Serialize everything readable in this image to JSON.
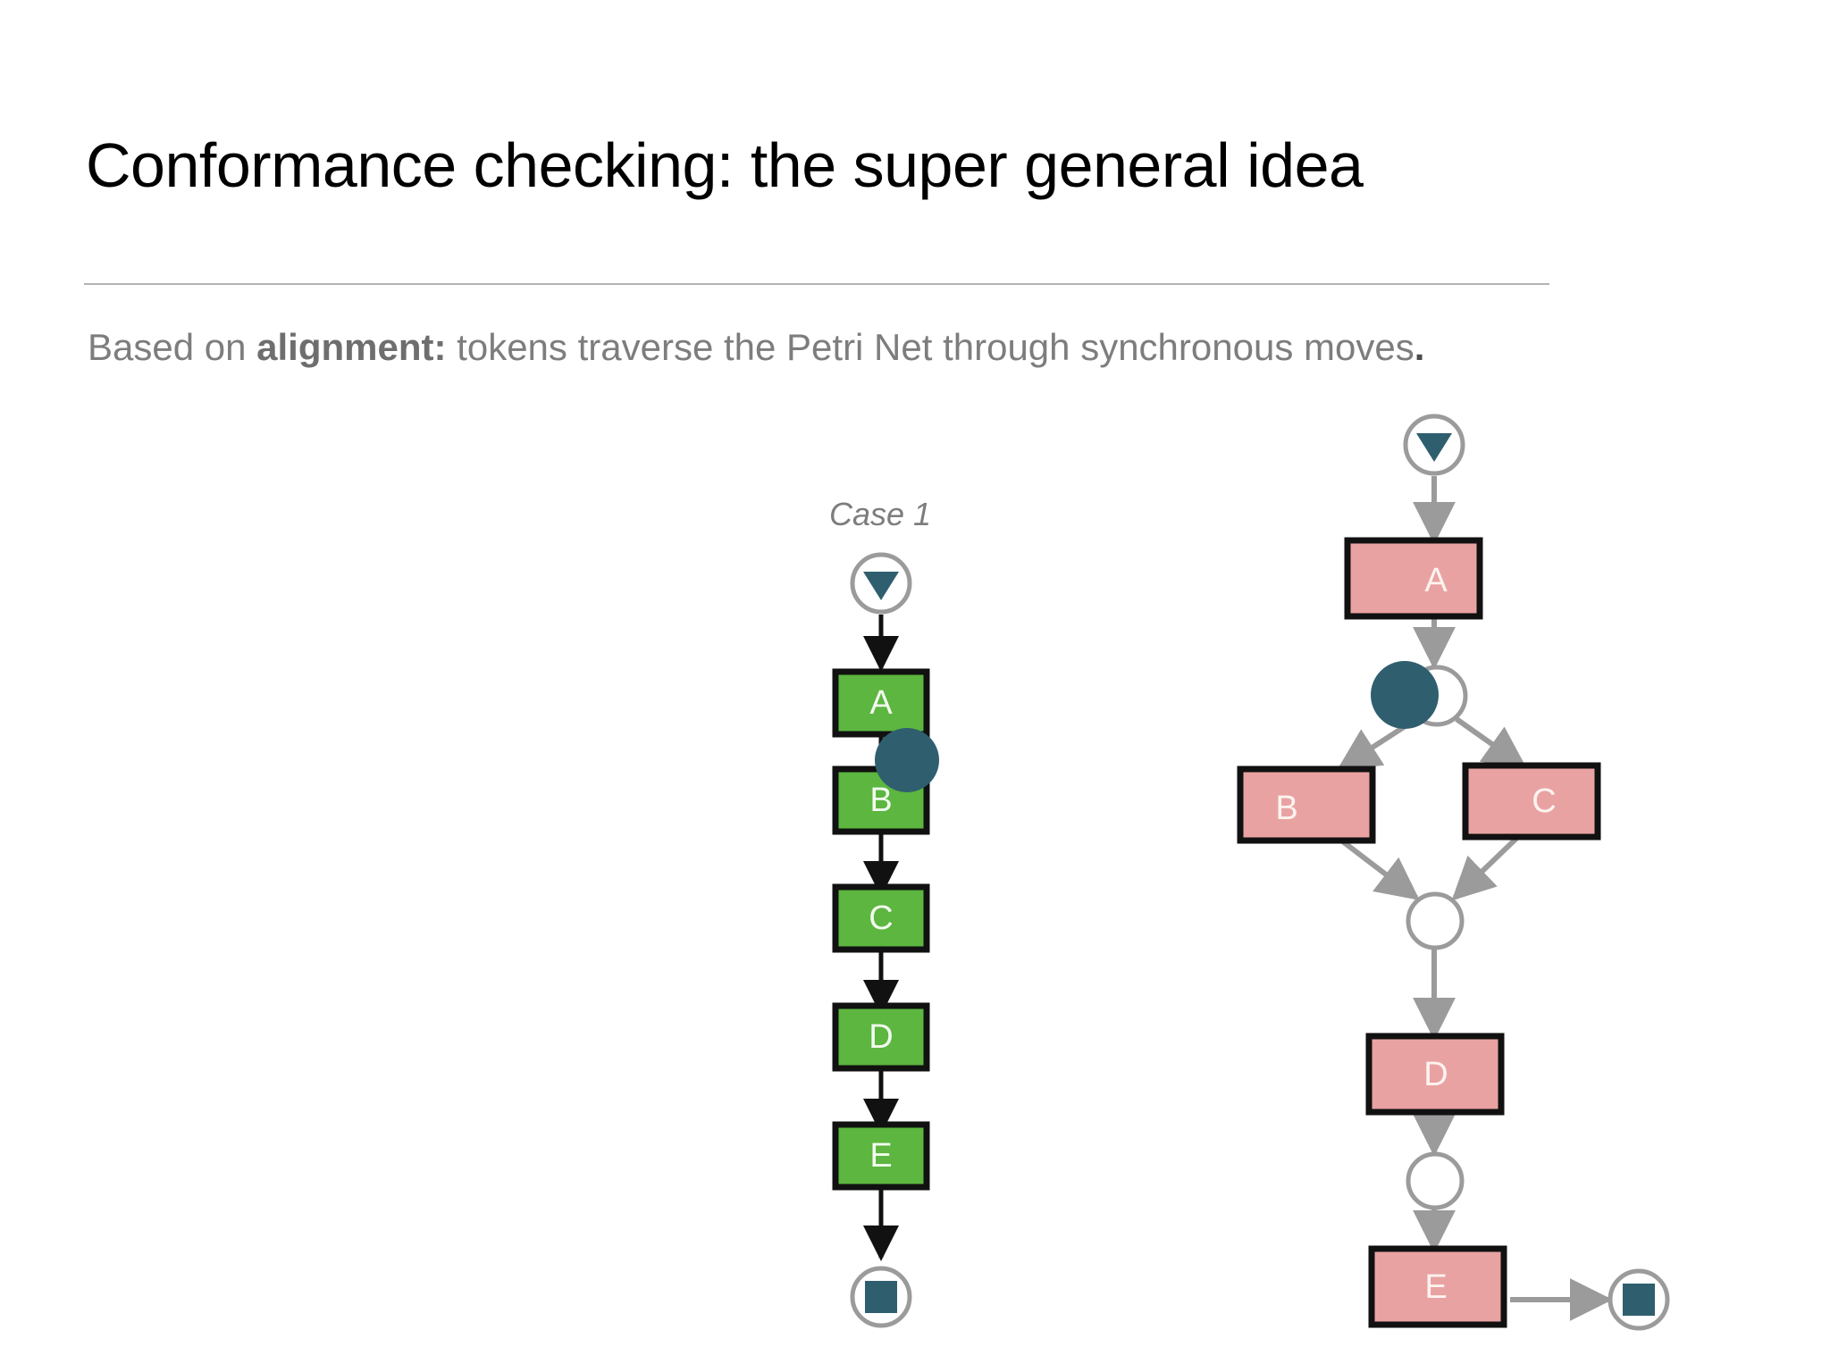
{
  "slide": {
    "title": "Conformance checking: the super general idea",
    "subtitle": {
      "pre": "Based on ",
      "bold": "alignment:",
      "post": " tokens traverse the Petri Net through synchronous moves",
      "end": "."
    }
  },
  "colors": {
    "green_fill": "#5cb63f",
    "pink_fill": "#e9a2a2",
    "token_teal": "#2f5f6e",
    "box_border_black": "#111111",
    "arrow_black": "#111111",
    "arrow_gray": "#9b9b9b",
    "place_stroke_gray": "#9b9b9b",
    "label_gray": "#7d7d7d",
    "rule_gray": "#b3b3b3",
    "title_black": "#000000"
  },
  "trace": {
    "label": "Case 1",
    "start_marker": "start-triangle",
    "end_marker": "end-square",
    "activities": [
      "A",
      "B",
      "C",
      "D",
      "E"
    ],
    "token_after": "A",
    "token_label": "token"
  },
  "petri_net": {
    "start_marker": "start-triangle",
    "end_marker": "end-square",
    "transitions": [
      {
        "id": "A",
        "label": "A"
      },
      {
        "id": "B",
        "label": "B"
      },
      {
        "id": "C",
        "label": "C"
      },
      {
        "id": "D",
        "label": "D"
      },
      {
        "id": "E",
        "label": "E"
      }
    ],
    "places": [
      {
        "id": "p_start",
        "marked": false
      },
      {
        "id": "p1",
        "marked": true
      },
      {
        "id": "p2",
        "marked": false
      },
      {
        "id": "p3",
        "marked": false
      },
      {
        "id": "p_end",
        "marked": false
      }
    ],
    "arcs": [
      "p_start->A",
      "A->p1",
      "p1->B",
      "p1->C",
      "B->p2",
      "C->p2",
      "p2->D",
      "D->p3",
      "p3->E",
      "E->p_end"
    ],
    "token_place": "p1"
  }
}
